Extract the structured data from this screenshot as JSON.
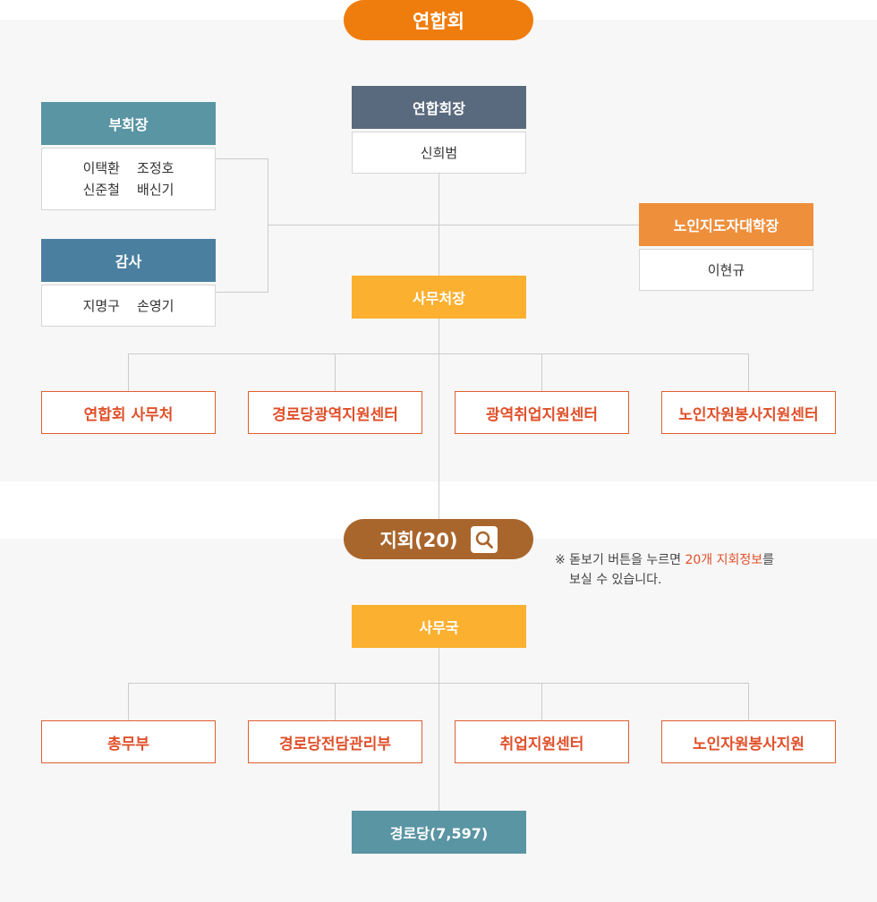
{
  "union": {
    "title": "연합회"
  },
  "chairman": {
    "title": "연합회장",
    "name": "신희범"
  },
  "vice_chairman": {
    "title": "부회장",
    "names_line1": "이택환    조정호",
    "names_line2": "신준철    배신기"
  },
  "auditor": {
    "title": "감사",
    "names": "지명구    손영기"
  },
  "elderly_univ": {
    "title": "노인지도자대학장",
    "name": "이현규"
  },
  "secretary_general": {
    "title": "사무처장"
  },
  "departments_top": [
    {
      "label": "연합회 사무처"
    },
    {
      "label": "경로당광역지원센터"
    },
    {
      "label": "광역취업지원센터"
    },
    {
      "label": "노인자원봉사지원센터"
    }
  ],
  "branch": {
    "title": "지회(20)"
  },
  "note": {
    "prefix": "※ 돋보기 버튼을 누르면 ",
    "highlight": "20개 지회정보",
    "suffix": "를",
    "line2": "보실 수 있습니다."
  },
  "secretariat": {
    "title": "사무국"
  },
  "departments_bottom": [
    {
      "label": "총무부"
    },
    {
      "label": "경로당전담관리부"
    },
    {
      "label": "취업지원센터"
    },
    {
      "label": "노인자원봉사지원"
    }
  ],
  "senior_center": {
    "title": "경로당(7,597)"
  },
  "colors": {
    "union_pill": "#ef7d0d",
    "branch_pill": "#a9662c",
    "chairman_head": "#5a6a7e",
    "vice_head": "#5a95a3",
    "auditor_head": "#4a7fa0",
    "elderly_univ_head": "#ee8f3c",
    "secretary_head": "#fbb030",
    "senior_center_head": "#5a95a3",
    "dept_text": "#e0502a"
  }
}
